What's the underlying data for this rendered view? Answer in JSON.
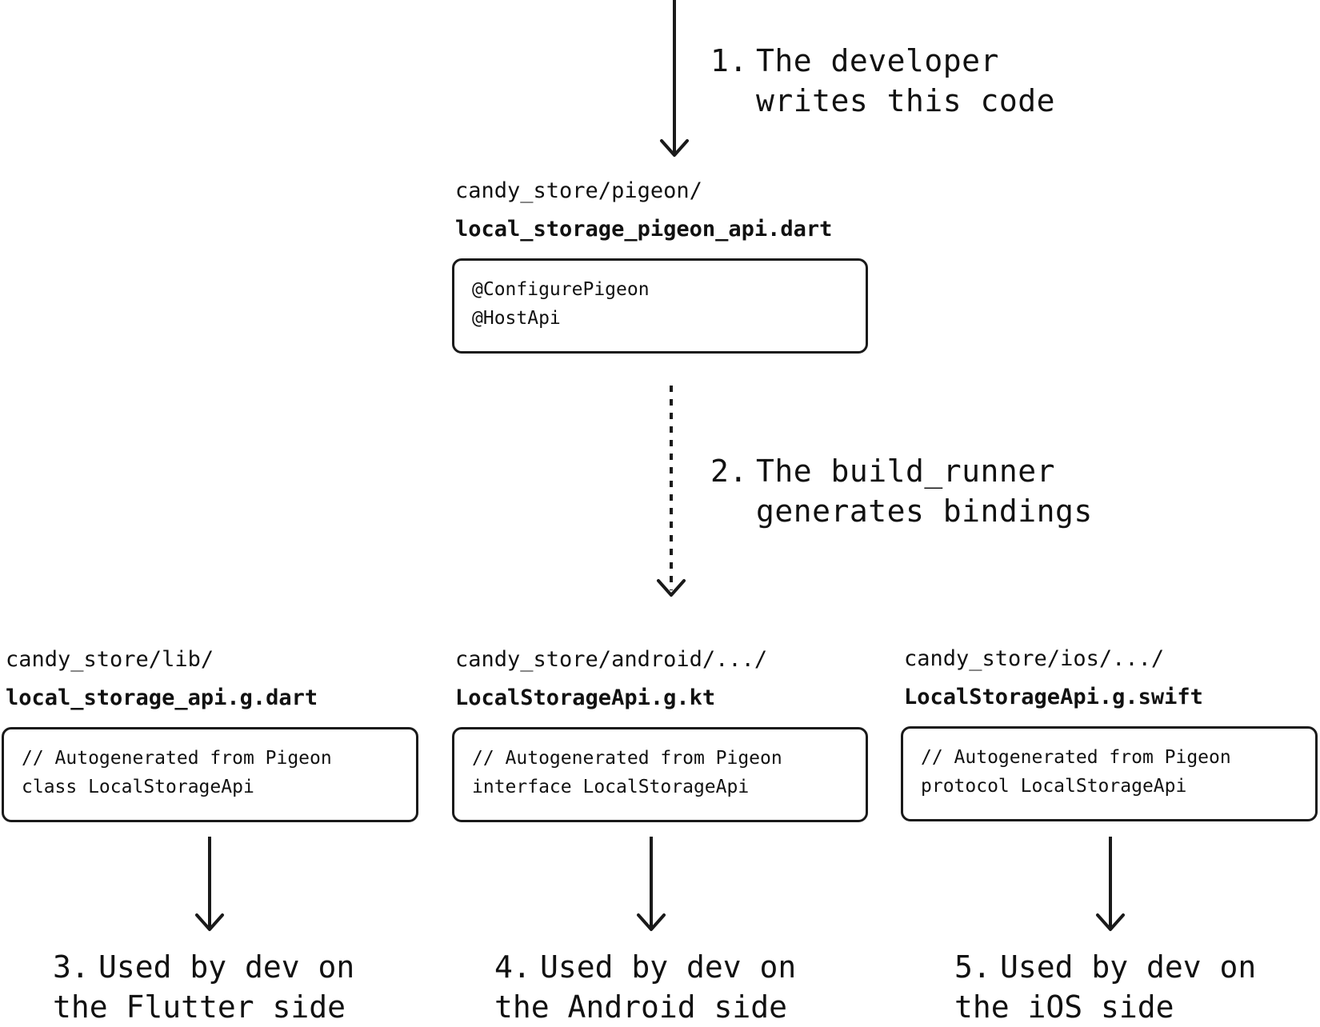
{
  "steps": {
    "step1": {
      "num": "1.",
      "line1": "The developer",
      "line2": "writes this code"
    },
    "step2": {
      "num": "2.",
      "line1": "The build_runner",
      "line2": "generates bindings"
    }
  },
  "source": {
    "path": "candy_store/pigeon/",
    "file": "local_storage_pigeon_api.dart",
    "code": [
      "@ConfigurePigeon",
      "@HostApi"
    ]
  },
  "outputs": [
    {
      "path": "candy_store/lib/",
      "file": "local_storage_api.g.dart",
      "code": [
        "// Autogenerated from Pigeon",
        "class LocalStorageApi"
      ],
      "usage_num": "3.",
      "usage_line1": "Used by dev on",
      "usage_line2": "the Flutter side"
    },
    {
      "path": "candy_store/android/.../",
      "file": "LocalStorageApi.g.kt",
      "code": [
        "// Autogenerated from Pigeon",
        "interface LocalStorageApi"
      ],
      "usage_num": "4.",
      "usage_line1": "Used by dev on",
      "usage_line2": "the Android side"
    },
    {
      "path": "candy_store/ios/.../",
      "file": "LocalStorageApi.g.swift",
      "code": [
        "// Autogenerated from Pigeon",
        "protocol LocalStorageApi"
      ],
      "usage_num": "5.",
      "usage_line1": "Used by dev on",
      "usage_line2": "the iOS side"
    }
  ],
  "colors": {
    "stroke": "#1a1a1a",
    "text": "#111111",
    "background": "#ffffff"
  }
}
